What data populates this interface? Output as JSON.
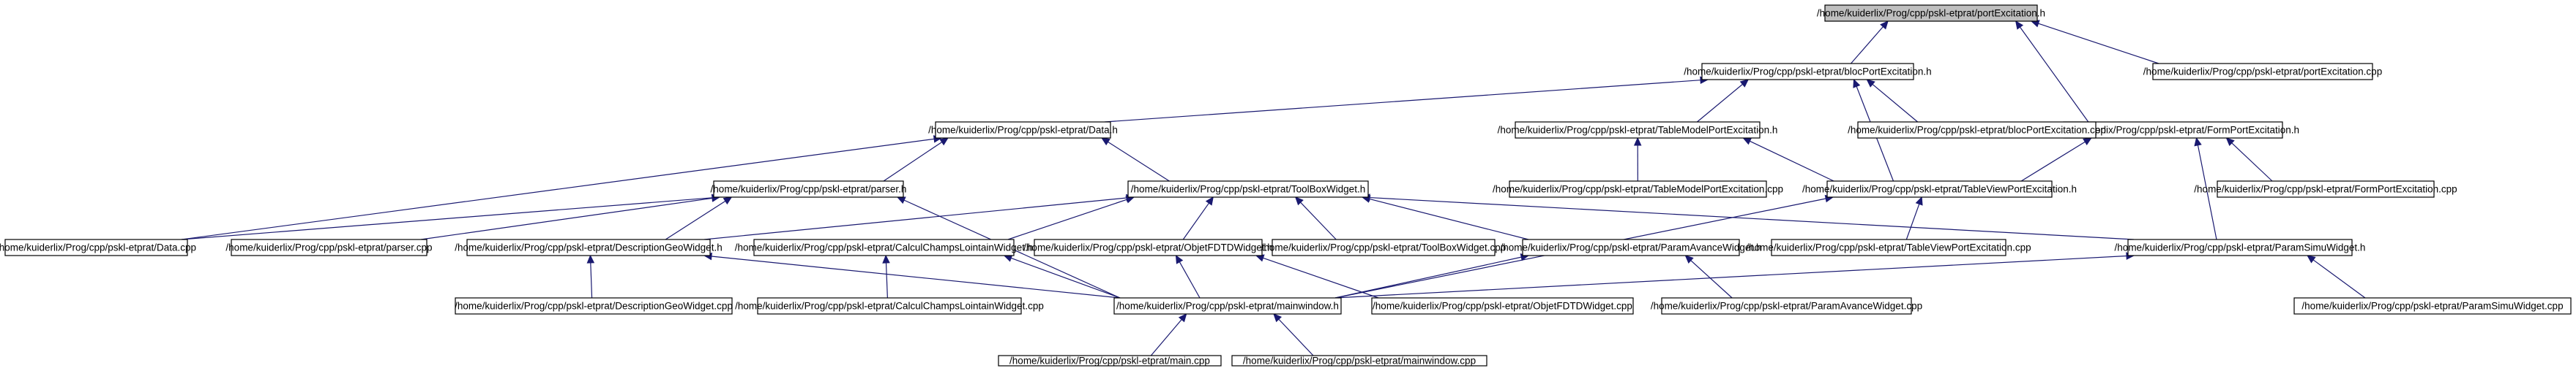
{
  "nodes": [
    {
      "id": "portExcitation_h",
      "label": "/home/kuiderlix/Prog/cpp/pskl-etprat/portExcitation.h",
      "highlight": true
    },
    {
      "id": "blocPortExcitation_h",
      "label": "/home/kuiderlix/Prog/cpp/pskl-etprat/blocPortExcitation.h"
    },
    {
      "id": "portExcitation_cpp",
      "label": "/home/kuiderlix/Prog/cpp/pskl-etprat/portExcitation.cpp"
    },
    {
      "id": "FormPortExcitation_h",
      "label": "/home/kuiderlix/Prog/cpp/pskl-etprat/FormPortExcitation.h"
    },
    {
      "id": "Data_h",
      "label": "/home/kuiderlix/Prog/cpp/pskl-etprat/Data.h"
    },
    {
      "id": "TableModelPortExcitation_h",
      "label": "/home/kuiderlix/Prog/cpp/pskl-etprat/TableModelPortExcitation.h"
    },
    {
      "id": "blocPortExcitation_cpp",
      "label": "/home/kuiderlix/Prog/cpp/pskl-etprat/blocPortExcitation.cpp"
    },
    {
      "id": "parser_h",
      "label": "/home/kuiderlix/Prog/cpp/pskl-etprat/parser.h"
    },
    {
      "id": "ToolBoxWidget_h",
      "label": "/home/kuiderlix/Prog/cpp/pskl-etprat/ToolBoxWidget.h"
    },
    {
      "id": "TableModelPortExcitation_cpp",
      "label": "/home/kuiderlix/Prog/cpp/pskl-etprat/TableModelPortExcitation.cpp"
    },
    {
      "id": "TableViewPortExcitation_h",
      "label": "/home/kuiderlix/Prog/cpp/pskl-etprat/TableViewPortExcitation.h"
    },
    {
      "id": "FormPortExcitation_cpp",
      "label": "/home/kuiderlix/Prog/cpp/pskl-etprat/FormPortExcitation.cpp"
    },
    {
      "id": "Data_cpp",
      "label": "/home/kuiderlix/Prog/cpp/pskl-etprat/Data.cpp"
    },
    {
      "id": "parser_cpp",
      "label": "/home/kuiderlix/Prog/cpp/pskl-etprat/parser.cpp"
    },
    {
      "id": "DescriptionGeoWidget_h",
      "label": "/home/kuiderlix/Prog/cpp/pskl-etprat/DescriptionGeoWidget.h"
    },
    {
      "id": "CalculChampsLointainWidget_h",
      "label": "/home/kuiderlix/Prog/cpp/pskl-etprat/CalculChampsLointainWidget.h"
    },
    {
      "id": "ObjetFDTDWidget_h",
      "label": "/home/kuiderlix/Prog/cpp/pskl-etprat/ObjetFDTDWidget.h"
    },
    {
      "id": "ToolBoxWidget_cpp",
      "label": "/home/kuiderlix/Prog/cpp/pskl-etprat/ToolBoxWidget.cpp"
    },
    {
      "id": "ParamAvanceWidget_h",
      "label": "/home/kuiderlix/Prog/cpp/pskl-etprat/ParamAvanceWidget.h"
    },
    {
      "id": "TableViewPortExcitation_cpp",
      "label": "/home/kuiderlix/Prog/cpp/pskl-etprat/TableViewPortExcitation.cpp"
    },
    {
      "id": "ParamSimuWidget_h",
      "label": "/home/kuiderlix/Prog/cpp/pskl-etprat/ParamSimuWidget.h"
    },
    {
      "id": "DescriptionGeoWidget_cpp",
      "label": "/home/kuiderlix/Prog/cpp/pskl-etprat/DescriptionGeoWidget.cpp"
    },
    {
      "id": "CalculChampsLointainWidget_cpp",
      "label": "/home/kuiderlix/Prog/cpp/pskl-etprat/CalculChampsLointainWidget.cpp"
    },
    {
      "id": "mainwindow_h",
      "label": "/home/kuiderlix/Prog/cpp/pskl-etprat/mainwindow.h"
    },
    {
      "id": "ObjetFDTDWidget_cpp",
      "label": "/home/kuiderlix/Prog/cpp/pskl-etprat/ObjetFDTDWidget.cpp"
    },
    {
      "id": "ParamAvanceWidget_cpp",
      "label": "/home/kuiderlix/Prog/cpp/pskl-etprat/ParamAvanceWidget.cpp"
    },
    {
      "id": "ParamSimuWidget_cpp",
      "label": "/home/kuiderlix/Prog/cpp/pskl-etprat/ParamSimuWidget.cpp"
    },
    {
      "id": "main_cpp",
      "label": "/home/kuiderlix/Prog/cpp/pskl-etprat/main.cpp"
    },
    {
      "id": "mainwindow_cpp",
      "label": "/home/kuiderlix/Prog/cpp/pskl-etprat/mainwindow.cpp"
    }
  ],
  "edges": [
    {
      "from": "blocPortExcitation_h",
      "to": "portExcitation_h"
    },
    {
      "from": "portExcitation_cpp",
      "to": "portExcitation_h"
    },
    {
      "from": "FormPortExcitation_h",
      "to": "portExcitation_h"
    },
    {
      "from": "Data_h",
      "to": "blocPortExcitation_h"
    },
    {
      "from": "TableModelPortExcitation_h",
      "to": "blocPortExcitation_h"
    },
    {
      "from": "blocPortExcitation_cpp",
      "to": "blocPortExcitation_h"
    },
    {
      "from": "TableViewPortExcitation_h",
      "to": "blocPortExcitation_h"
    },
    {
      "from": "TableViewPortExcitation_h",
      "to": "FormPortExcitation_h"
    },
    {
      "from": "FormPortExcitation_cpp",
      "to": "FormPortExcitation_h"
    },
    {
      "from": "ParamSimuWidget_h",
      "to": "FormPortExcitation_h"
    },
    {
      "from": "parser_h",
      "to": "Data_h"
    },
    {
      "from": "ToolBoxWidget_h",
      "to": "Data_h"
    },
    {
      "from": "Data_cpp",
      "to": "Data_h"
    },
    {
      "from": "TableModelPortExcitation_cpp",
      "to": "TableModelPortExcitation_h"
    },
    {
      "from": "TableViewPortExcitation_h",
      "to": "TableModelPortExcitation_h"
    },
    {
      "from": "Data_cpp",
      "to": "parser_h"
    },
    {
      "from": "parser_cpp",
      "to": "parser_h"
    },
    {
      "from": "DescriptionGeoWidget_h",
      "to": "parser_h"
    },
    {
      "from": "mainwindow_h",
      "to": "parser_h"
    },
    {
      "from": "DescriptionGeoWidget_h",
      "to": "ToolBoxWidget_h"
    },
    {
      "from": "CalculChampsLointainWidget_h",
      "to": "ToolBoxWidget_h"
    },
    {
      "from": "ObjetFDTDWidget_h",
      "to": "ToolBoxWidget_h"
    },
    {
      "from": "ToolBoxWidget_cpp",
      "to": "ToolBoxWidget_h"
    },
    {
      "from": "ParamAvanceWidget_h",
      "to": "ToolBoxWidget_h"
    },
    {
      "from": "ParamSimuWidget_h",
      "to": "ToolBoxWidget_h"
    },
    {
      "from": "TableViewPortExcitation_cpp",
      "to": "TableViewPortExcitation_h"
    },
    {
      "from": "mainwindow_h",
      "to": "TableViewPortExcitation_h"
    },
    {
      "from": "DescriptionGeoWidget_cpp",
      "to": "DescriptionGeoWidget_h"
    },
    {
      "from": "mainwindow_h",
      "to": "DescriptionGeoWidget_h"
    },
    {
      "from": "CalculChampsLointainWidget_cpp",
      "to": "CalculChampsLointainWidget_h"
    },
    {
      "from": "mainwindow_h",
      "to": "CalculChampsLointainWidget_h"
    },
    {
      "from": "ObjetFDTDWidget_cpp",
      "to": "ObjetFDTDWidget_h"
    },
    {
      "from": "mainwindow_h",
      "to": "ObjetFDTDWidget_h"
    },
    {
      "from": "ParamAvanceWidget_cpp",
      "to": "ParamAvanceWidget_h"
    },
    {
      "from": "mainwindow_h",
      "to": "ParamAvanceWidget_h"
    },
    {
      "from": "ParamSimuWidget_cpp",
      "to": "ParamSimuWidget_h"
    },
    {
      "from": "mainwindow_h",
      "to": "ParamSimuWidget_h"
    },
    {
      "from": "main_cpp",
      "to": "mainwindow_h"
    },
    {
      "from": "mainwindow_cpp",
      "to": "mainwindow_h"
    }
  ],
  "colors": {
    "edge": "#191970",
    "node_border": "#000000",
    "root_fill": "#bfbfbf",
    "node_fill": "#ffffff",
    "text": "#000000"
  }
}
